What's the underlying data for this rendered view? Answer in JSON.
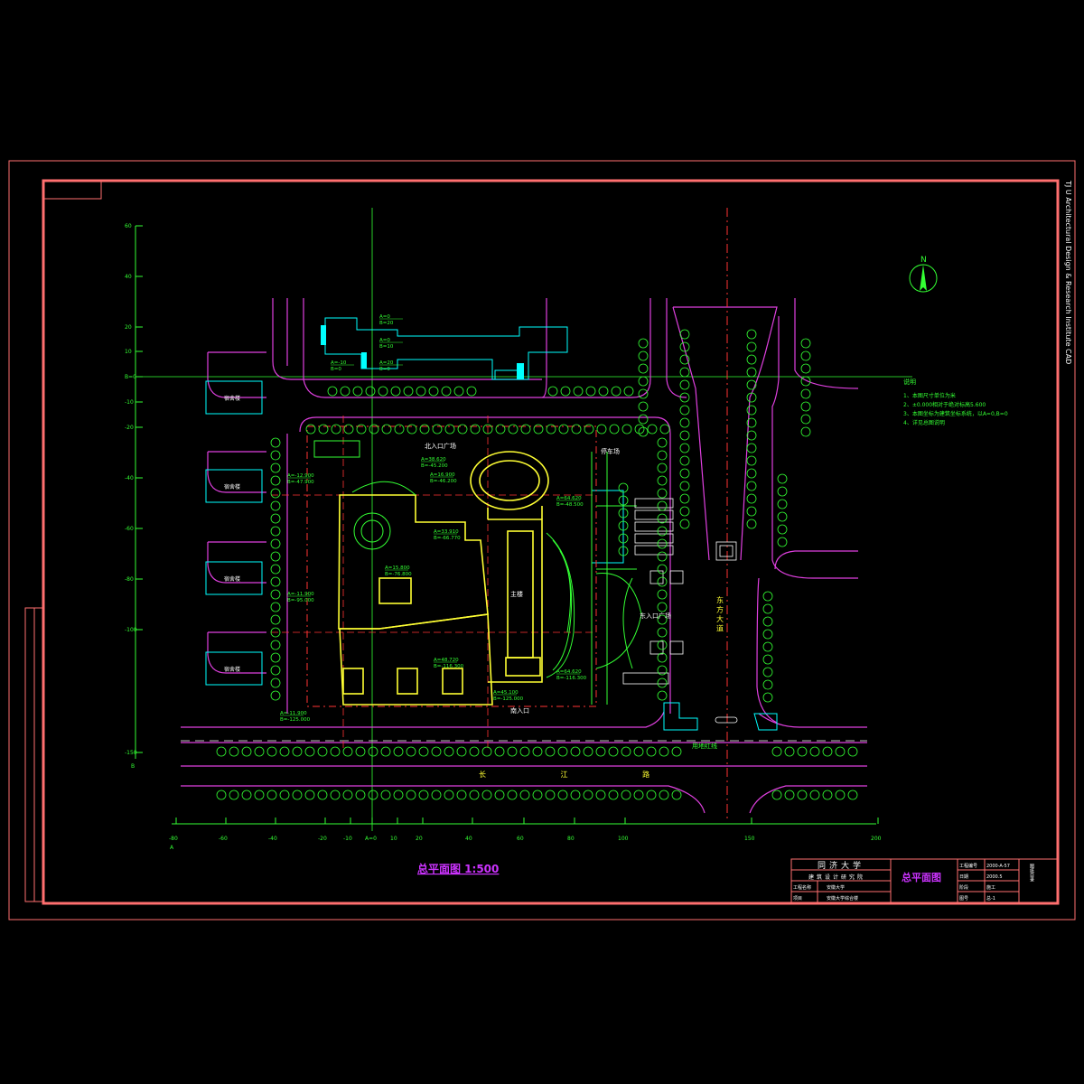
{
  "colors": {
    "background": "#000000",
    "border": "#ff6f6f",
    "road": "#e040e0",
    "building": "#ffff33",
    "green": "#33ff33",
    "cyan": "#00ffff",
    "axis": "#ff3333",
    "title": "#cc33ff"
  },
  "drawing": {
    "vertical_caption": "TJ U Architectural Design & Research Institute CAD",
    "plan_title": "总平面图  1:500",
    "north_label": "N",
    "road_label": "东 方 大 道",
    "street_label": "长 江 路"
  },
  "axes": {
    "left_ticks": [
      "60",
      "40",
      "20",
      "10",
      "B=0",
      "-10",
      "-20",
      "-40",
      "-60",
      "-80",
      "-100",
      "-150"
    ],
    "left_end": "B",
    "bottom_ticks": [
      "-80",
      "-60",
      "-40",
      "-20",
      "-10",
      "A=0",
      "10",
      "20",
      "40",
      "60",
      "80",
      "100",
      "150",
      "200"
    ],
    "bottom_end": "A"
  },
  "labels": {
    "neighbor_building": "宿舍楼",
    "plaza_north": "北入口广场",
    "main_hall": "主楼",
    "east_plaza": "东入口广场",
    "south_entry": "南入口",
    "parking": "停车场",
    "boundary": "用地红线"
  },
  "elevations": [
    {
      "a": "A=0",
      "b": "B=20"
    },
    {
      "a": "A=0",
      "b": "B=10"
    },
    {
      "a": "A=-10",
      "b": "B=0"
    },
    {
      "a": "A=20",
      "b": "B=0"
    },
    {
      "a": "A=38.620",
      "b": "B=-45.200"
    },
    {
      "a": "A=16.900",
      "b": "B=-46.200"
    },
    {
      "a": "A=-12.900",
      "b": "B=-47.900"
    },
    {
      "a": "A=64.620",
      "b": "B=-48.500"
    },
    {
      "a": "A=33.910",
      "b": "B=-66.770"
    },
    {
      "a": "A=15.800",
      "b": "B=-76.800"
    },
    {
      "a": "A=-11.900",
      "b": "B=-95.000"
    },
    {
      "a": "A=48.720",
      "b": "B=-116.300"
    },
    {
      "a": "A=64.620",
      "b": "B=-116.300"
    },
    {
      "a": "A=-11.900",
      "b": "B=-125.000"
    },
    {
      "a": "A=45.100",
      "b": "B=-125.000"
    }
  ],
  "notes": {
    "heading": "说明",
    "items": [
      "1、本图尺寸单位为米",
      "2、±0.000相对于绝对标高5.600",
      "3、本图坐标为建筑坐标系统，以A=0,B=0",
      "4、详见总图说明"
    ]
  },
  "title_block": {
    "university": "同济大学",
    "institute": "建筑设计研究院",
    "drawing_name": "总平面图",
    "rows": [
      {
        "label": "工程名称",
        "value": "安徽大学"
      },
      {
        "label": "项目",
        "value": "安徽大学综合楼"
      }
    ],
    "right_rows": [
      {
        "label": "工程编号",
        "value": "2000-A-57"
      },
      {
        "label": "日期",
        "value": "2000.5"
      },
      {
        "label": "阶段",
        "value": "施工"
      },
      {
        "label": "图号",
        "value": "总-1"
      }
    ],
    "side_text": "图纸目录"
  }
}
